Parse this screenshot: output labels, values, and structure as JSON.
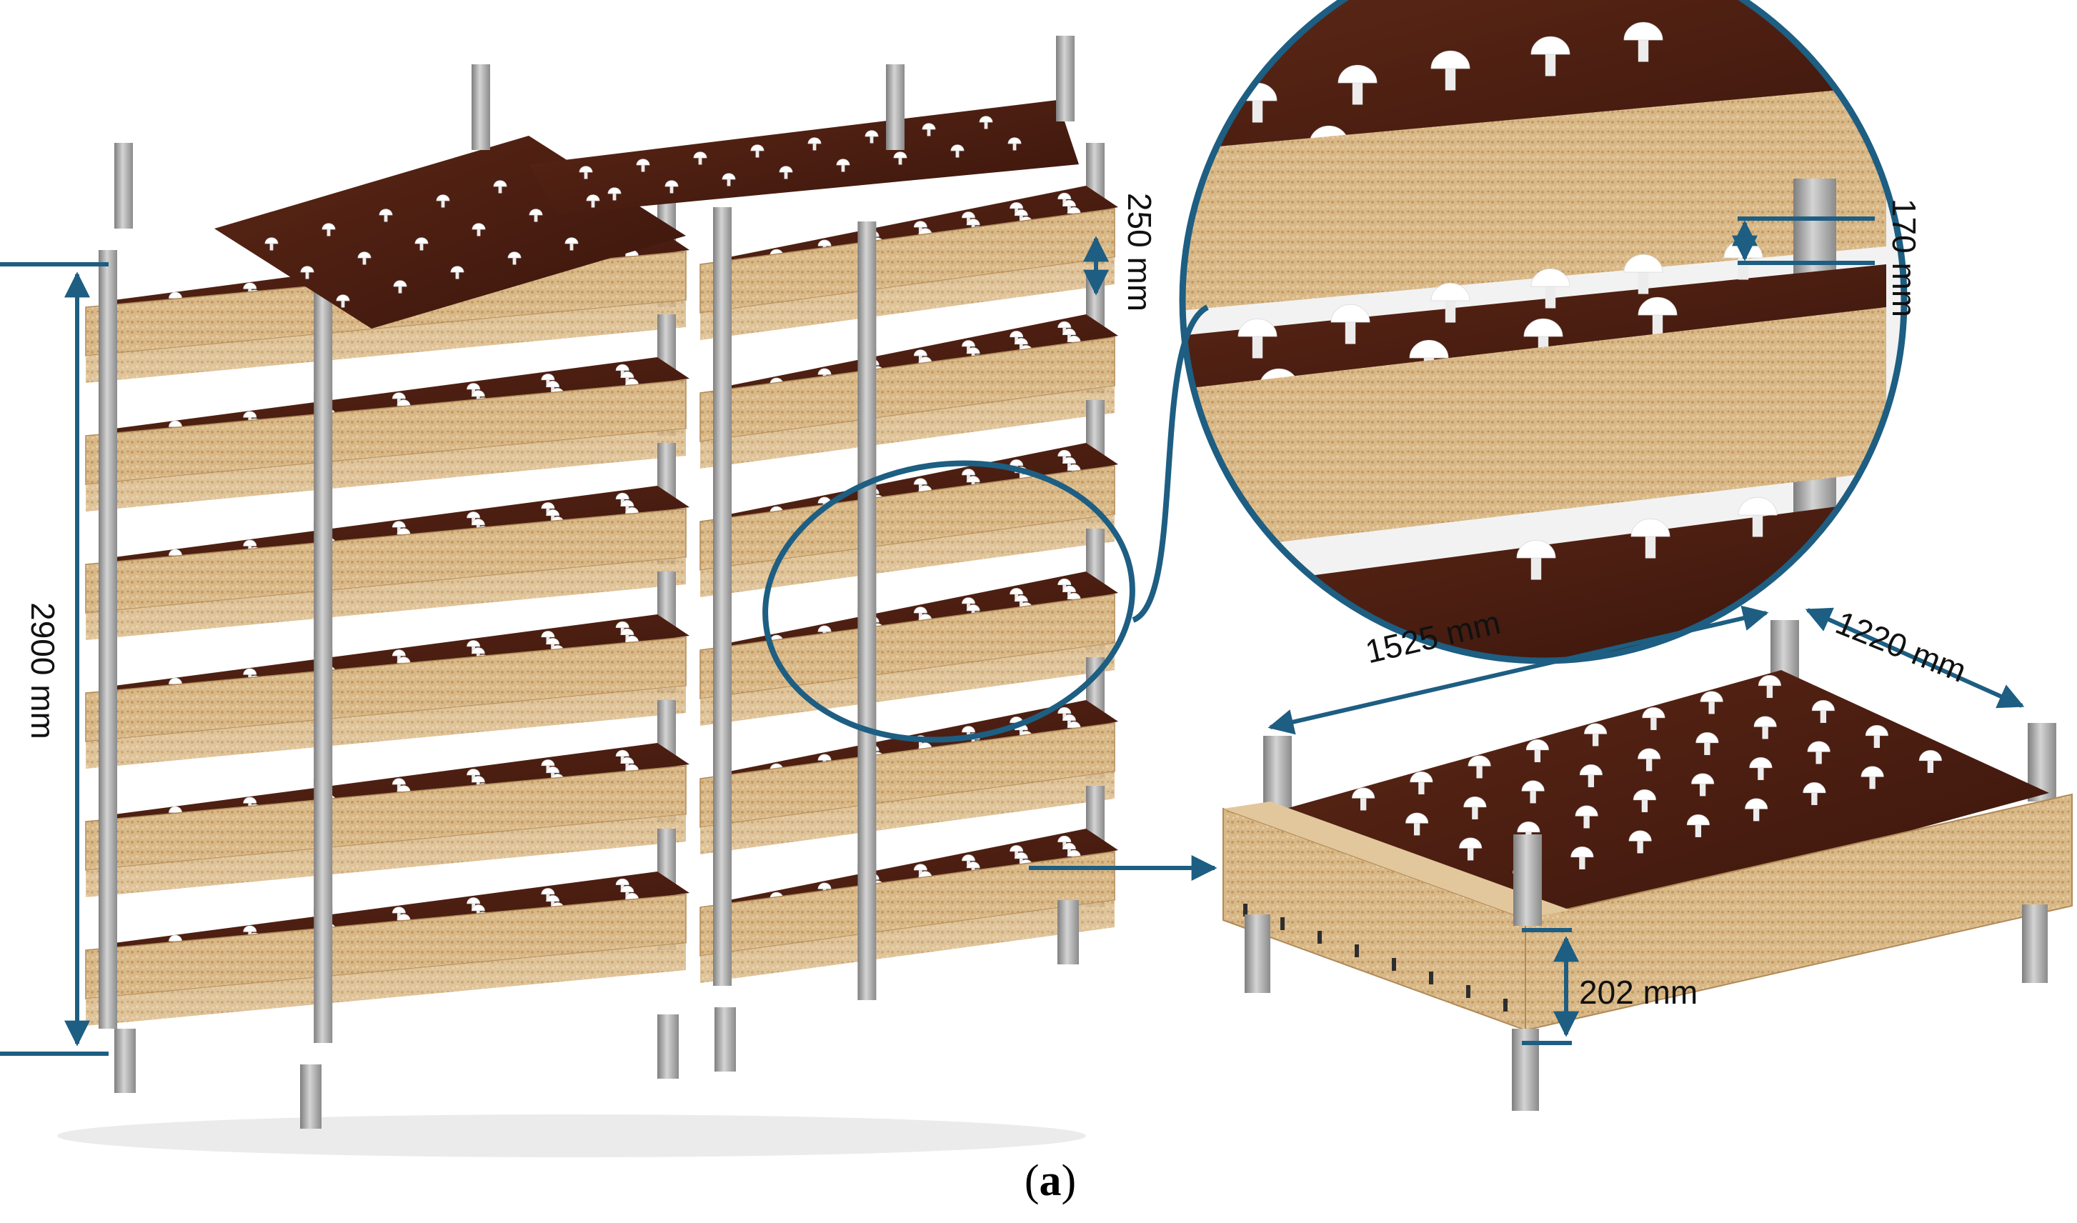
{
  "figure": {
    "caption": {
      "open": "(",
      "letter": "a",
      "close": ")"
    }
  },
  "dimensions": {
    "total_height": "2900 mm",
    "shelf_spacing": "250 mm",
    "mushroom_clearance": "170 mm",
    "length": "1525 mm",
    "width": "1220 mm",
    "tray_depth": "202 mm"
  },
  "colors": {
    "annotation": "#1d5e82",
    "wood_panel": "#d6b583",
    "tray_floor": "#4a1e12",
    "steel_post": "#a3a3a3",
    "mushroom": "#ffffff"
  }
}
